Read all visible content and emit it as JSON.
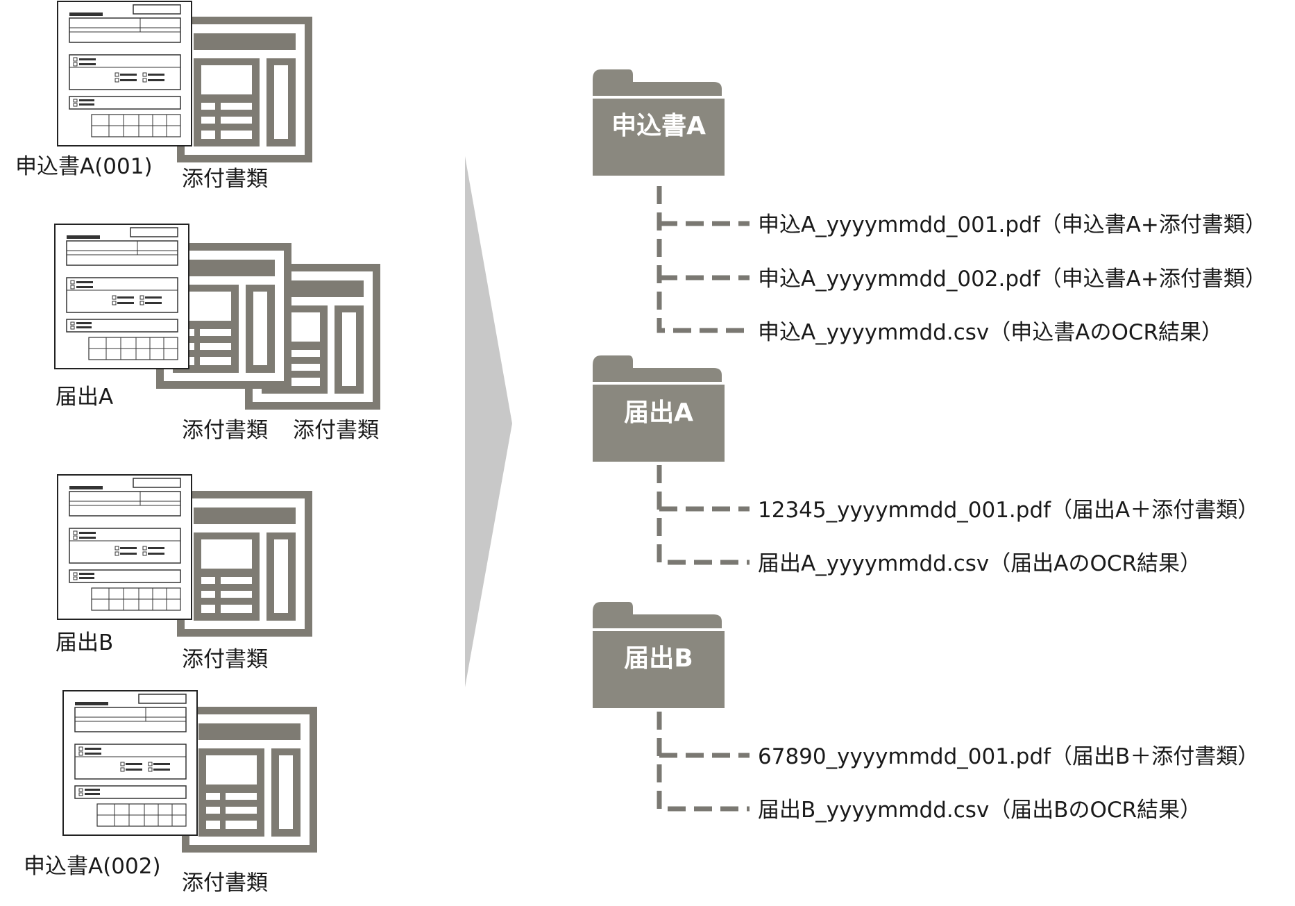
{
  "documents": [
    {
      "label": "申込書A(001)",
      "attachments": [
        "添付書類"
      ]
    },
    {
      "label": "届出A",
      "attachments": [
        "添付書類",
        "添付書類"
      ]
    },
    {
      "label": "届出B",
      "attachments": [
        "添付書類"
      ]
    },
    {
      "label": "申込書A(002)",
      "attachments": [
        "添付書類"
      ]
    }
  ],
  "folders": [
    {
      "name": "申込書A",
      "files": [
        "申込A_yyyymmdd_001.pdf（申込書A+添付書類）",
        "申込A_yyyymmdd_002.pdf（申込書A+添付書類）",
        "申込A_yyyymmdd.csv（申込書AのOCR結果）"
      ]
    },
    {
      "name": "届出A",
      "files": [
        "12345_yyyymmdd_001.pdf（届出A＋添付書類）",
        "届出A_yyyymmdd.csv（届出AのOCR結果）"
      ]
    },
    {
      "name": "届出B",
      "files": [
        "67890_yyyymmdd_001.pdf（届出B＋添付書類）",
        "届出B_yyyymmdd.csv（届出BのOCR結果）"
      ]
    }
  ],
  "colors": {
    "folder": "#8a887f",
    "attachment": "#7e7b73",
    "arrow": "#c8c8c8",
    "connector": "#7a7872"
  }
}
